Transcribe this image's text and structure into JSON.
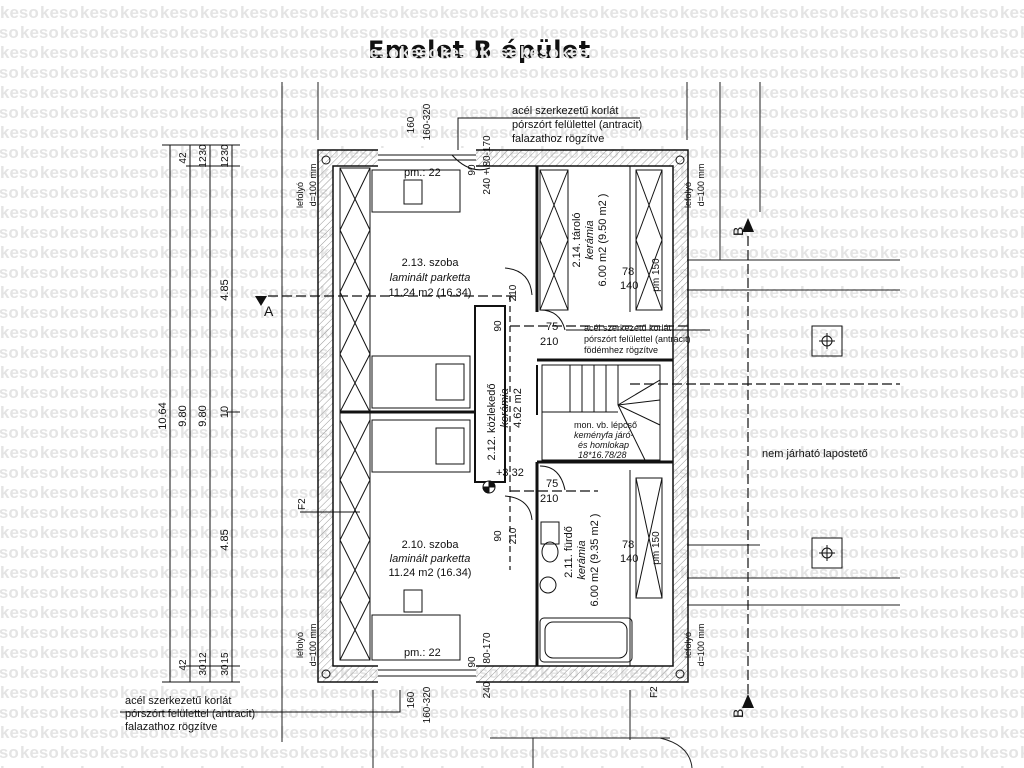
{
  "header": {
    "title": "Emelet  B épület"
  },
  "watermark": "keso",
  "rooms": {
    "r213": {
      "name": "2.13. szoba",
      "floor": "laminált parketta",
      "area": "11.24 m2 (16.34)"
    },
    "r210": {
      "name": "2.10. szoba",
      "floor": "laminált parketta",
      "area": "11.24 m2 (16.34)"
    },
    "r214": {
      "name": "2.14. tároló",
      "floor": "kerámia",
      "area": "6.00 m2 (9.50 m2 )"
    },
    "r212": {
      "name": "2.12. közlekedő",
      "floor": "kerámia",
      "area": "4.62 m2"
    },
    "r211": {
      "name": "2.11. fürdő",
      "floor": "kerámia",
      "area": "6.00 m2 (9.35 m2 )"
    }
  },
  "notes": {
    "railing_top": [
      "acél szerkezetű korlát",
      "pórszórt felülettel (antracit)",
      "falazathoz rögzítve"
    ],
    "railing_mid": [
      "acél szerkezetű korlát",
      "pórszórt felülettel (antracit)",
      "födémhez rögzítve"
    ],
    "railing_bottom": [
      "acél szerkezetű korlát",
      "pórszórt felülettel (antracit)",
      "falazathoz rögzítve"
    ],
    "stair": [
      "mon. vb. lépcső",
      "keményfa járó-",
      "és homlokap",
      "18*16.78/28"
    ],
    "roof": "nem járható lapostető",
    "downpipe": [
      "lefolyó",
      "d=100 mm"
    ],
    "level": "+3.32",
    "f2": "F2",
    "pm": "pm.: 22"
  },
  "section_marks": {
    "a": "A",
    "b": "B"
  },
  "dims": {
    "left_outer": "10.64",
    "left_mid": "9.80",
    "left_inner": "9.80",
    "ten": "10",
    "upper": "4.85",
    "lower": "4.85",
    "top_chain": [
      "42",
      "30",
      "12",
      "30",
      "12"
    ],
    "bottom_chain": [
      "42",
      "12",
      "30",
      "15",
      "30"
    ],
    "win_top": [
      "160",
      "160-320"
    ],
    "win_bottom": [
      "160",
      "160-320"
    ],
    "door_top": [
      "90",
      "240 + 80-170"
    ],
    "door_bottom": [
      "90",
      "240",
      "80-170"
    ],
    "door_213": [
      "90",
      "210"
    ],
    "door_210": [
      "90",
      "210"
    ],
    "door_214": [
      "75",
      "210"
    ],
    "door_211": [
      "75",
      "210"
    ],
    "win_214": [
      "78",
      "140"
    ],
    "win_211": [
      "78",
      "140"
    ],
    "pm150": "pm 150"
  }
}
